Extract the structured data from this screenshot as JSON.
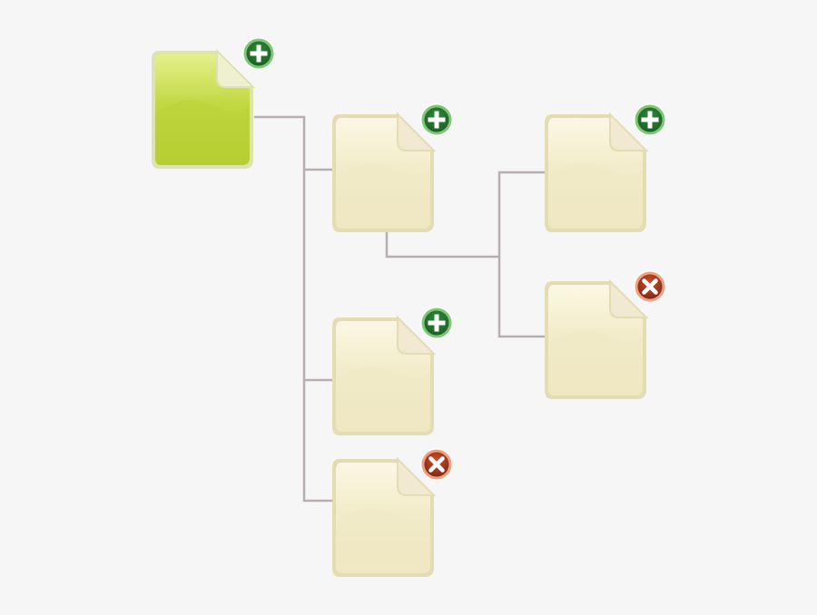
{
  "tree": {
    "nodes": [
      {
        "id": "root",
        "variant": "selected",
        "action": "add"
      },
      {
        "id": "node-a",
        "variant": "default",
        "action": "add"
      },
      {
        "id": "node-b",
        "variant": "default",
        "action": "add"
      },
      {
        "id": "node-c",
        "variant": "default",
        "action": "remove"
      },
      {
        "id": "node-d",
        "variant": "default",
        "action": "add"
      },
      {
        "id": "node-e",
        "variant": "default",
        "action": "remove"
      }
    ],
    "edges": [
      [
        "root",
        "node-a"
      ],
      [
        "root",
        "node-b"
      ],
      [
        "root",
        "node-c"
      ],
      [
        "node-a",
        "node-d"
      ],
      [
        "node-a",
        "node-e"
      ]
    ]
  },
  "icons": {
    "add": "plus-icon",
    "remove": "close-icon",
    "document": "document-icon"
  },
  "colors": {
    "background": "#f6f6f6",
    "connector": "#b7aeb0",
    "selected_fill": "#c2d843",
    "selected_border": "#dfe3b0",
    "default_fill": "#f3ecca",
    "default_border": "#e4dcb3",
    "add_badge": "#2f8a3a",
    "remove_badge": "#c9522e"
  }
}
